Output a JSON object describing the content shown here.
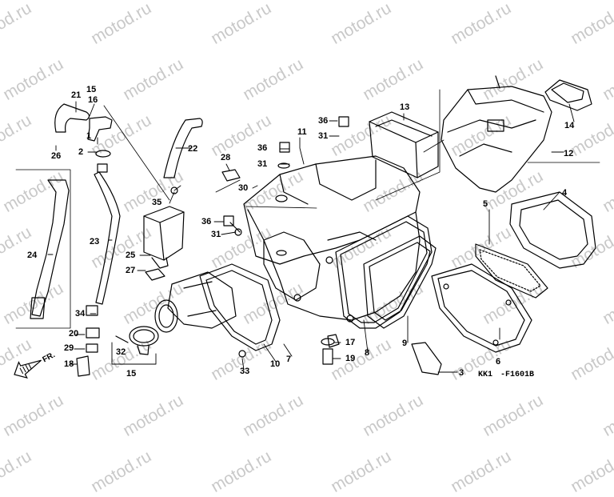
{
  "watermark": "motod.ru",
  "diagram_code": "KK1\u0018-F1601B",
  "front_marker": "FR.",
  "callouts": [
    "1",
    "2",
    "3",
    "4",
    "5",
    "6",
    "7",
    "8",
    "9",
    "10",
    "11",
    "12",
    "13",
    "14",
    "15",
    "16",
    "17",
    "18",
    "19",
    "20",
    "21",
    "22",
    "23",
    "24",
    "25",
    "26",
    "27",
    "28",
    "29",
    "30",
    "31",
    "32",
    "33",
    "34",
    "35",
    "36"
  ],
  "diagram_code_text": "KK1　-F1601B"
}
